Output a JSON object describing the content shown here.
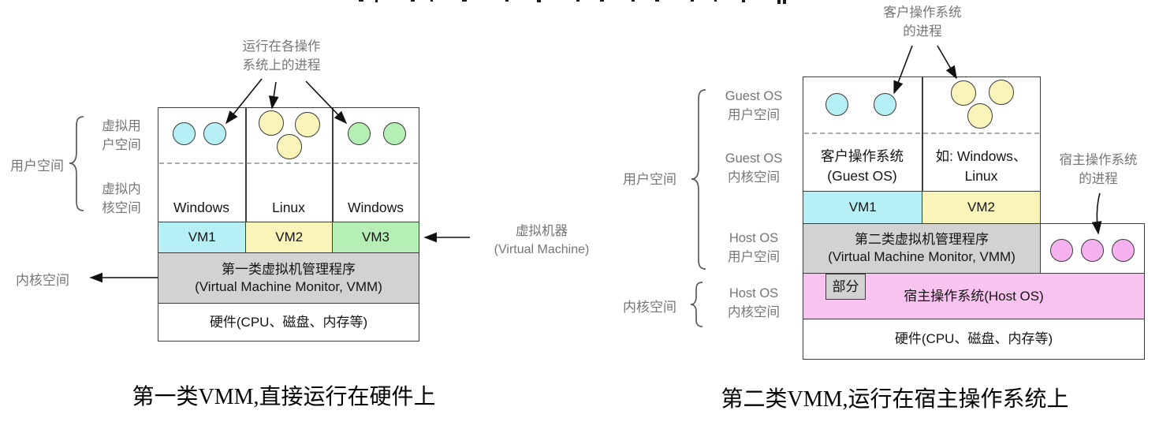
{
  "colors": {
    "cyan": "#b7f0f4",
    "yellow": "#f9f4ba",
    "green": "#b5efb5",
    "pink": "#f9c3ef",
    "pink_circle": "#f6b2ee",
    "gray_box": "#d2d2d2",
    "label_gray": "#757575"
  },
  "diagram1": {
    "caption": "第一类VMM,直接运行在硬件上",
    "process_label": {
      "line1": "运行在各操作",
      "line2": "系统上的进程"
    },
    "side": {
      "user_space": "用户空间",
      "virtual_user": {
        "line1": "虚拟用",
        "line2": "户空间"
      },
      "virtual_kernel": {
        "line1": "虚拟内",
        "line2": "核空间"
      },
      "kernel_space": "内核空间"
    },
    "vm_machine_label": {
      "line1": "虚拟机器",
      "line2": "(Virtual Machine)"
    },
    "columns": [
      {
        "os": "Windows",
        "vm": "VM1"
      },
      {
        "os": "Linux",
        "vm": "VM2"
      },
      {
        "os": "Windows",
        "vm": "VM3"
      }
    ],
    "vmm": {
      "line1": "第一类虚拟机管理程序",
      "line2": "(Virtual Machine Monitor, VMM)"
    },
    "hardware": "硬件(CPU、磁盘、内存等)"
  },
  "diagram2": {
    "caption": "第二类VMM,运行在宿主操作系统上",
    "process_label": {
      "line1": "客户操作系统",
      "line2": "的进程"
    },
    "host_process_label": {
      "line1": "宿主操作系统",
      "line2": "的进程"
    },
    "side": {
      "user_space": "用户空间",
      "kernel_space": "内核空间",
      "guest_user": {
        "line1": "Guest OS",
        "line2": "用户空间"
      },
      "guest_kernel": {
        "line1": "Guest OS",
        "line2": "内核空间"
      },
      "host_user": {
        "line1": "Host OS",
        "line2": "用户空间"
      },
      "host_kernel": {
        "line1": "Host OS",
        "line2": "内核空间"
      }
    },
    "columns": [
      {
        "label1": "客户操作系统",
        "label2": "(Guest OS)",
        "vm": "VM1"
      },
      {
        "label1": "如: Windows、",
        "label2": "Linux",
        "vm": "VM2"
      }
    ],
    "vmm": {
      "line1": "第二类虚拟机管理程序",
      "line2": "(Virtual Machine Monitor, VMM)"
    },
    "part": "部分",
    "host_os": "宿主操作系统(Host OS)",
    "hardware": "硬件(CPU、磁盘、内存等)"
  }
}
